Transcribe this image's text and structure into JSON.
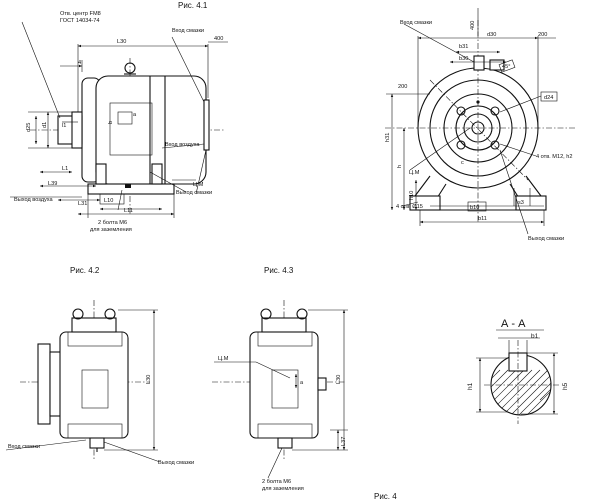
{
  "captions": {
    "fig41": "Рис. 4.1",
    "fig42": "Рис. 4.2",
    "fig43": "Рис. 4.3",
    "fig4": "Рис. 4"
  },
  "fig41": {
    "center_hole_line1": "Отв. центр FM8",
    "center_hole_line2": "ГОСТ 14034-74",
    "grease_inlet": "Вход смазки",
    "dim_400": "400",
    "dim_4": "4",
    "air_inlet": "Вход воздуха",
    "air_outlet": "Выход воздуха",
    "cm": "Ц.М",
    "grease_outlet": "Выход смазки",
    "bolts_line1": "2 болта М6",
    "bolts_line2": "для заземления",
    "L30": "L30",
    "L1": "L1",
    "L39": "L39",
    "L31": "L31",
    "L10": "L10",
    "L11": "L11",
    "d25": "d25",
    "d1": "d1",
    "l1": "l1",
    "a": "a",
    "b": "b"
  },
  "front": {
    "grease_inlet": "Вход смазки",
    "dim_400": "400",
    "d30": "d30",
    "dim_200_top": "200",
    "b31": "b31",
    "b30": "b30",
    "angle_45": "45°",
    "d24": "d24",
    "dim_200_left": "200",
    "h31": "h31",
    "h": "h",
    "holes4_M12": "4 отв. М12, h2",
    "c": "c",
    "cm": "Ц.М",
    "h10": "h10",
    "holes4_d15": "4 отв. Ø15",
    "b10": "b10",
    "s3": "s3",
    "b11": "b11",
    "grease_outlet": "Выход смазки"
  },
  "fig42": {
    "L30": "L30",
    "grease_inlet": "Вход смазки",
    "grease_outlet": "Выход смазки"
  },
  "fig43": {
    "cm": "Ц.М",
    "a": "a",
    "L30": "L30",
    "L37": "L37",
    "bolts_line1": "2 болта М6",
    "bolts_line2": "для заземления"
  },
  "section": {
    "title": "А - А",
    "b1": "b1",
    "h1": "h1",
    "h5": "h5"
  }
}
